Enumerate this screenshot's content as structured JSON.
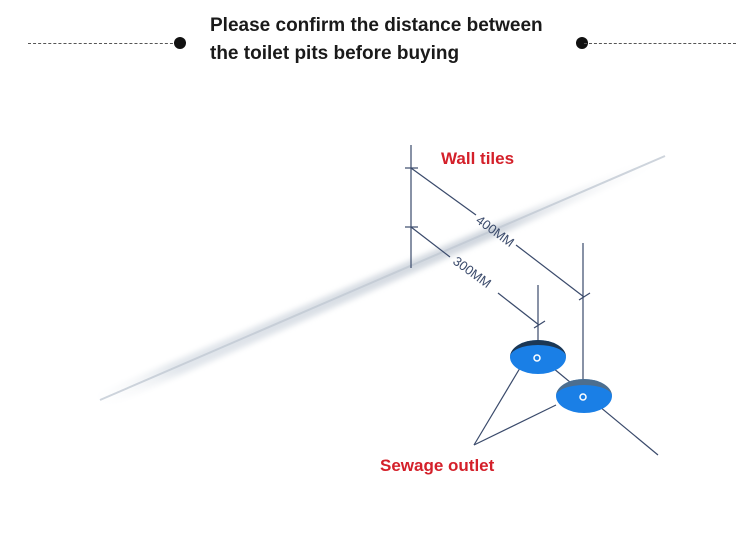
{
  "header": {
    "title_line1": "Please confirm the distance between",
    "title_line2": "the toilet pits before buying"
  },
  "diagram": {
    "wall_label": "Wall tiles",
    "dim_long": "400MM",
    "dim_short": "300MM",
    "outlet_label": "Sewage outlet"
  },
  "colors": {
    "label_red": "#d4202a",
    "outlet_blue": "#1a7fe6",
    "line_navy": "#3a4a6b"
  }
}
